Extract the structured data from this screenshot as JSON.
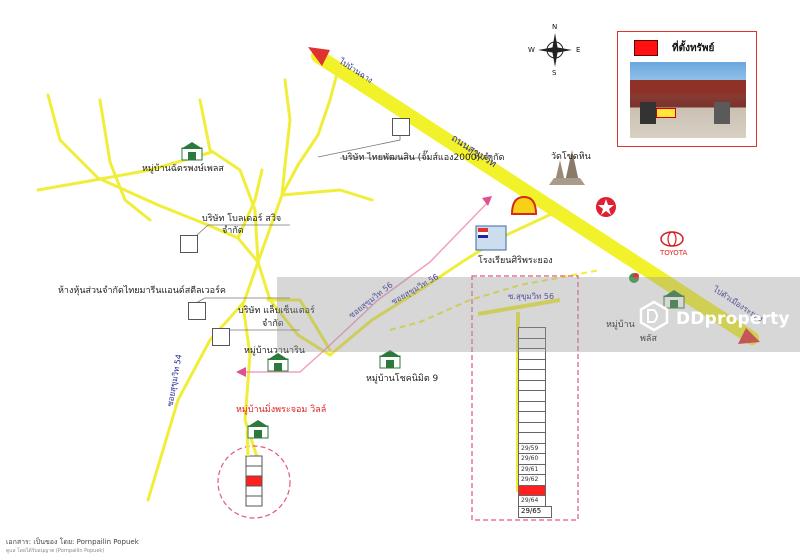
{
  "legend": {
    "text": "ที่ตั้งทรัพย์",
    "swatch_color": "#ff1111"
  },
  "compass": {
    "n": "N",
    "s": "S",
    "e": "E",
    "w": "W"
  },
  "roads": {
    "to_top": "ไปบ้านฉาง",
    "sukhumvit": "ถนนสุขุมวิท",
    "to_rayong": "ไปตัวเมืองระยอง",
    "soi56_a": "ซอยสุขุมวิท 56",
    "soi56_b": "ซอยสุขุมวิท 56",
    "soi56_c": "ซ.สุขุมวิท 56",
    "soi54": "ซอยสุขุมวิท 54"
  },
  "places": {
    "village_chatpong": "หมู่บ้านฉัตรพงษ์เพลส",
    "company_thaipatana": "บริษัท ไทยพัฒนสิน (จั๊มส์แอง2000) จำกัด",
    "temple": "วัดโขดหิน",
    "school": "โรงเรียนศิริพระยอง",
    "company_bolderswitch_1": "บริษัท โบลเดอร์ สวิจ",
    "company_bolderswitch_2": "จำกัด",
    "partnership": "ห้างหุ้นส่วนจำกัดไทยมารีนแอนด์สตีลเวอร์ค",
    "company_lab_1": "บริษัท แล็บเซ็นเตอร์",
    "company_lab_2": "จำกัด",
    "village_wanarin": "หมู่บ้านวานาริน",
    "village_chotnimit": "หมู่บ้านโชคนิมิต 9",
    "village_phrachom": "หมู่บ้านมิ่งพระจอม วิลล์",
    "village_right_1": "หมู่บ้าน",
    "village_right_2": "พลัส",
    "toyota": "TOYOTA"
  },
  "units": [
    "",
    "",
    "",
    "",
    "",
    "",
    "",
    "",
    "",
    "",
    "",
    "29/59",
    "29/60",
    "29/61",
    "29/62",
    "",
    "29/64"
  ],
  "unit_target_index": 15,
  "unit_end": "29/65",
  "watermark": {
    "brand": "DDproperty"
  },
  "credit": {
    "line1": "เอกสาร: เป็นของ โดย: Pornpailin Popuek",
    "line2": "ดูแล โดยได้รับอนุญาต (Pornpailin Popuek)"
  }
}
